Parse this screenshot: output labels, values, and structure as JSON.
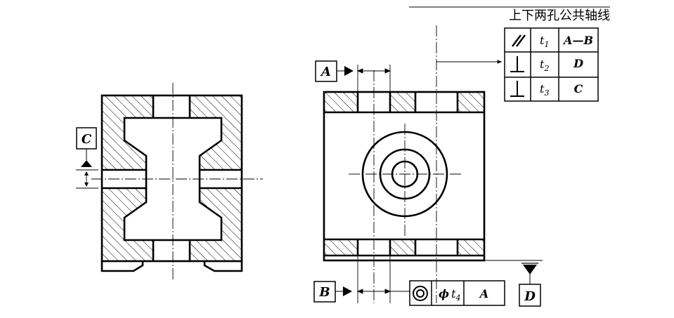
{
  "annotation": {
    "text": "上下两孔公共轴线"
  },
  "datum_labels": {
    "a": "A",
    "b": "B",
    "c": "C",
    "d": "D"
  },
  "tolerance_frame": {
    "rows": [
      {
        "symbol": "parallelism-icon",
        "value": "t",
        "sub": "1",
        "datum": "A—B"
      },
      {
        "symbol": "perpendicularity-icon",
        "value": "t",
        "sub": "2",
        "datum": "D"
      },
      {
        "symbol": "perpendicularity-icon",
        "value": "t",
        "sub": "3",
        "datum": "C"
      }
    ]
  },
  "concentricity_frame": {
    "prefix": "ϕ",
    "value": "t",
    "sub": "4",
    "datum": "A"
  }
}
